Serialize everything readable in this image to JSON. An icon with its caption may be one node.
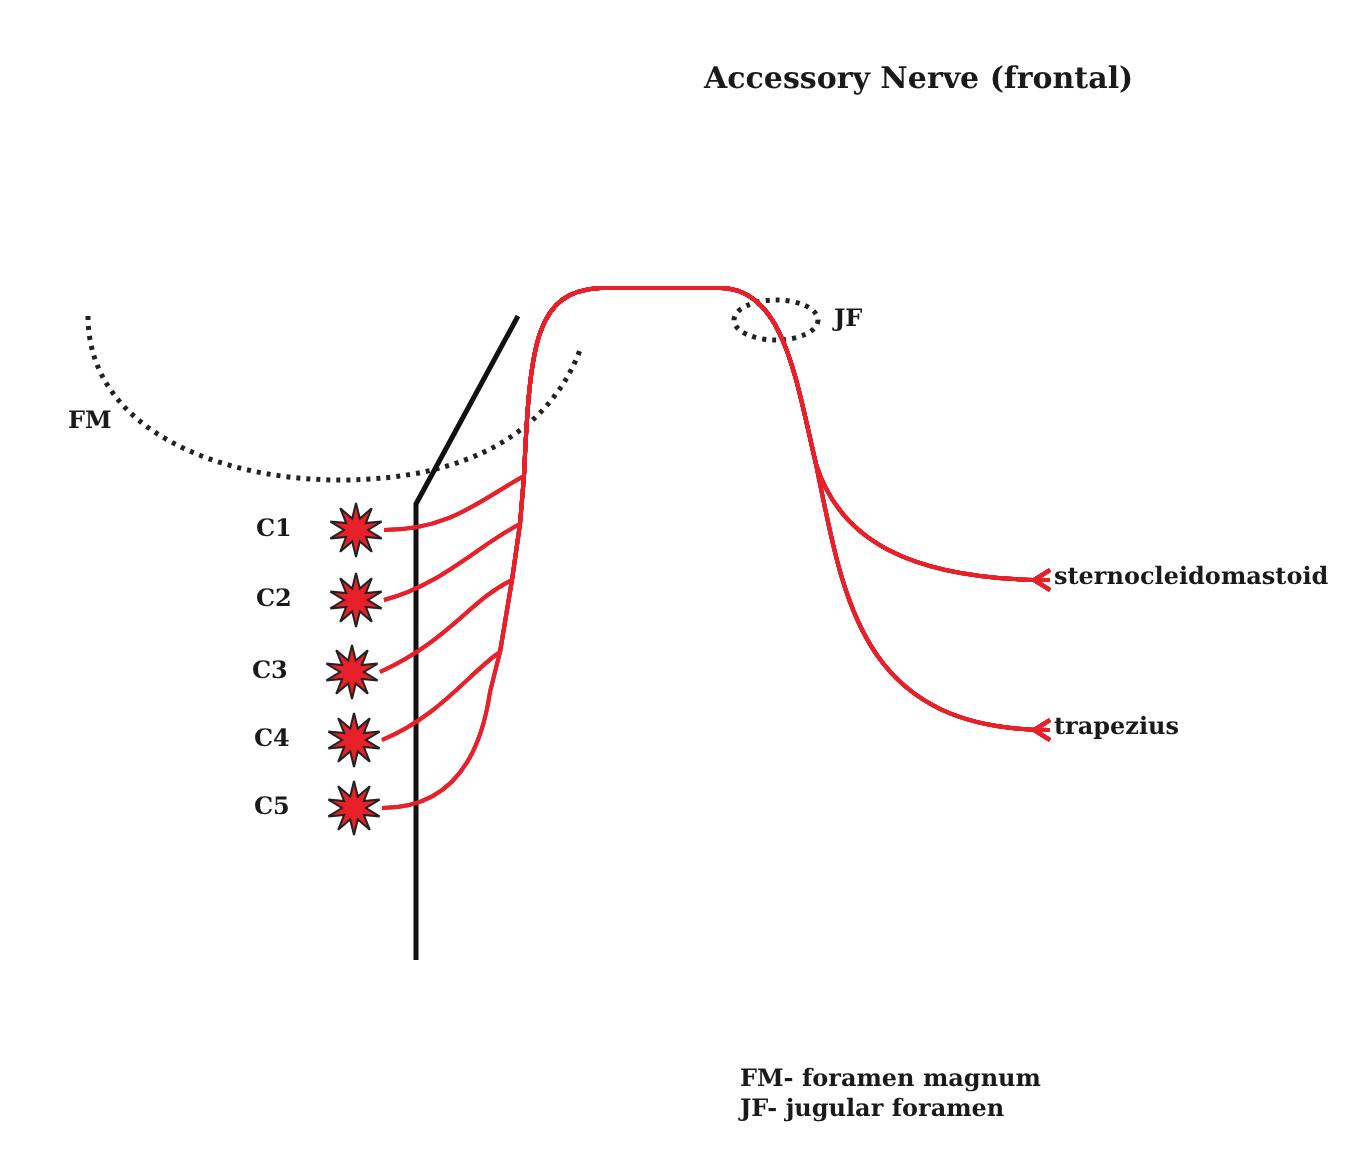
{
  "diagram": {
    "title": "Accessory Nerve (frontal)",
    "nodes": [
      {
        "text": [
          "C1"
        ]
      },
      {
        "text": [
          "C2"
        ]
      },
      {
        "text": [
          "C3"
        ]
      },
      {
        "text": [
          "C4"
        ]
      },
      {
        "text": [
          "C5"
        ]
      },
      {
        "text": [
          "sternocleidomastoid"
        ]
      },
      {
        "text": [
          "trapezius"
        ]
      }
    ],
    "edges": [
      {
        "from": 0,
        "to": 5,
        "arrow": "other"
      },
      {
        "from": 0,
        "to": 6,
        "arrow": "other"
      },
      {
        "from": 1,
        "to": 5,
        "arrow": "other"
      },
      {
        "from": 1,
        "to": 6,
        "arrow": "other"
      },
      {
        "from": 2,
        "to": 5,
        "arrow": "other"
      },
      {
        "from": 2,
        "to": 6,
        "arrow": "other"
      },
      {
        "from": 3,
        "to": 5,
        "arrow": "other"
      },
      {
        "from": 3,
        "to": 6,
        "arrow": "other"
      },
      {
        "from": 4,
        "to": 5,
        "arrow": "other"
      },
      {
        "from": 4,
        "to": 6,
        "arrow": "other"
      }
    ],
    "labels": [
      "JF",
      "FM",
      "FM- foramen magnum",
      "JF- jugular foramen"
    ]
  }
}
